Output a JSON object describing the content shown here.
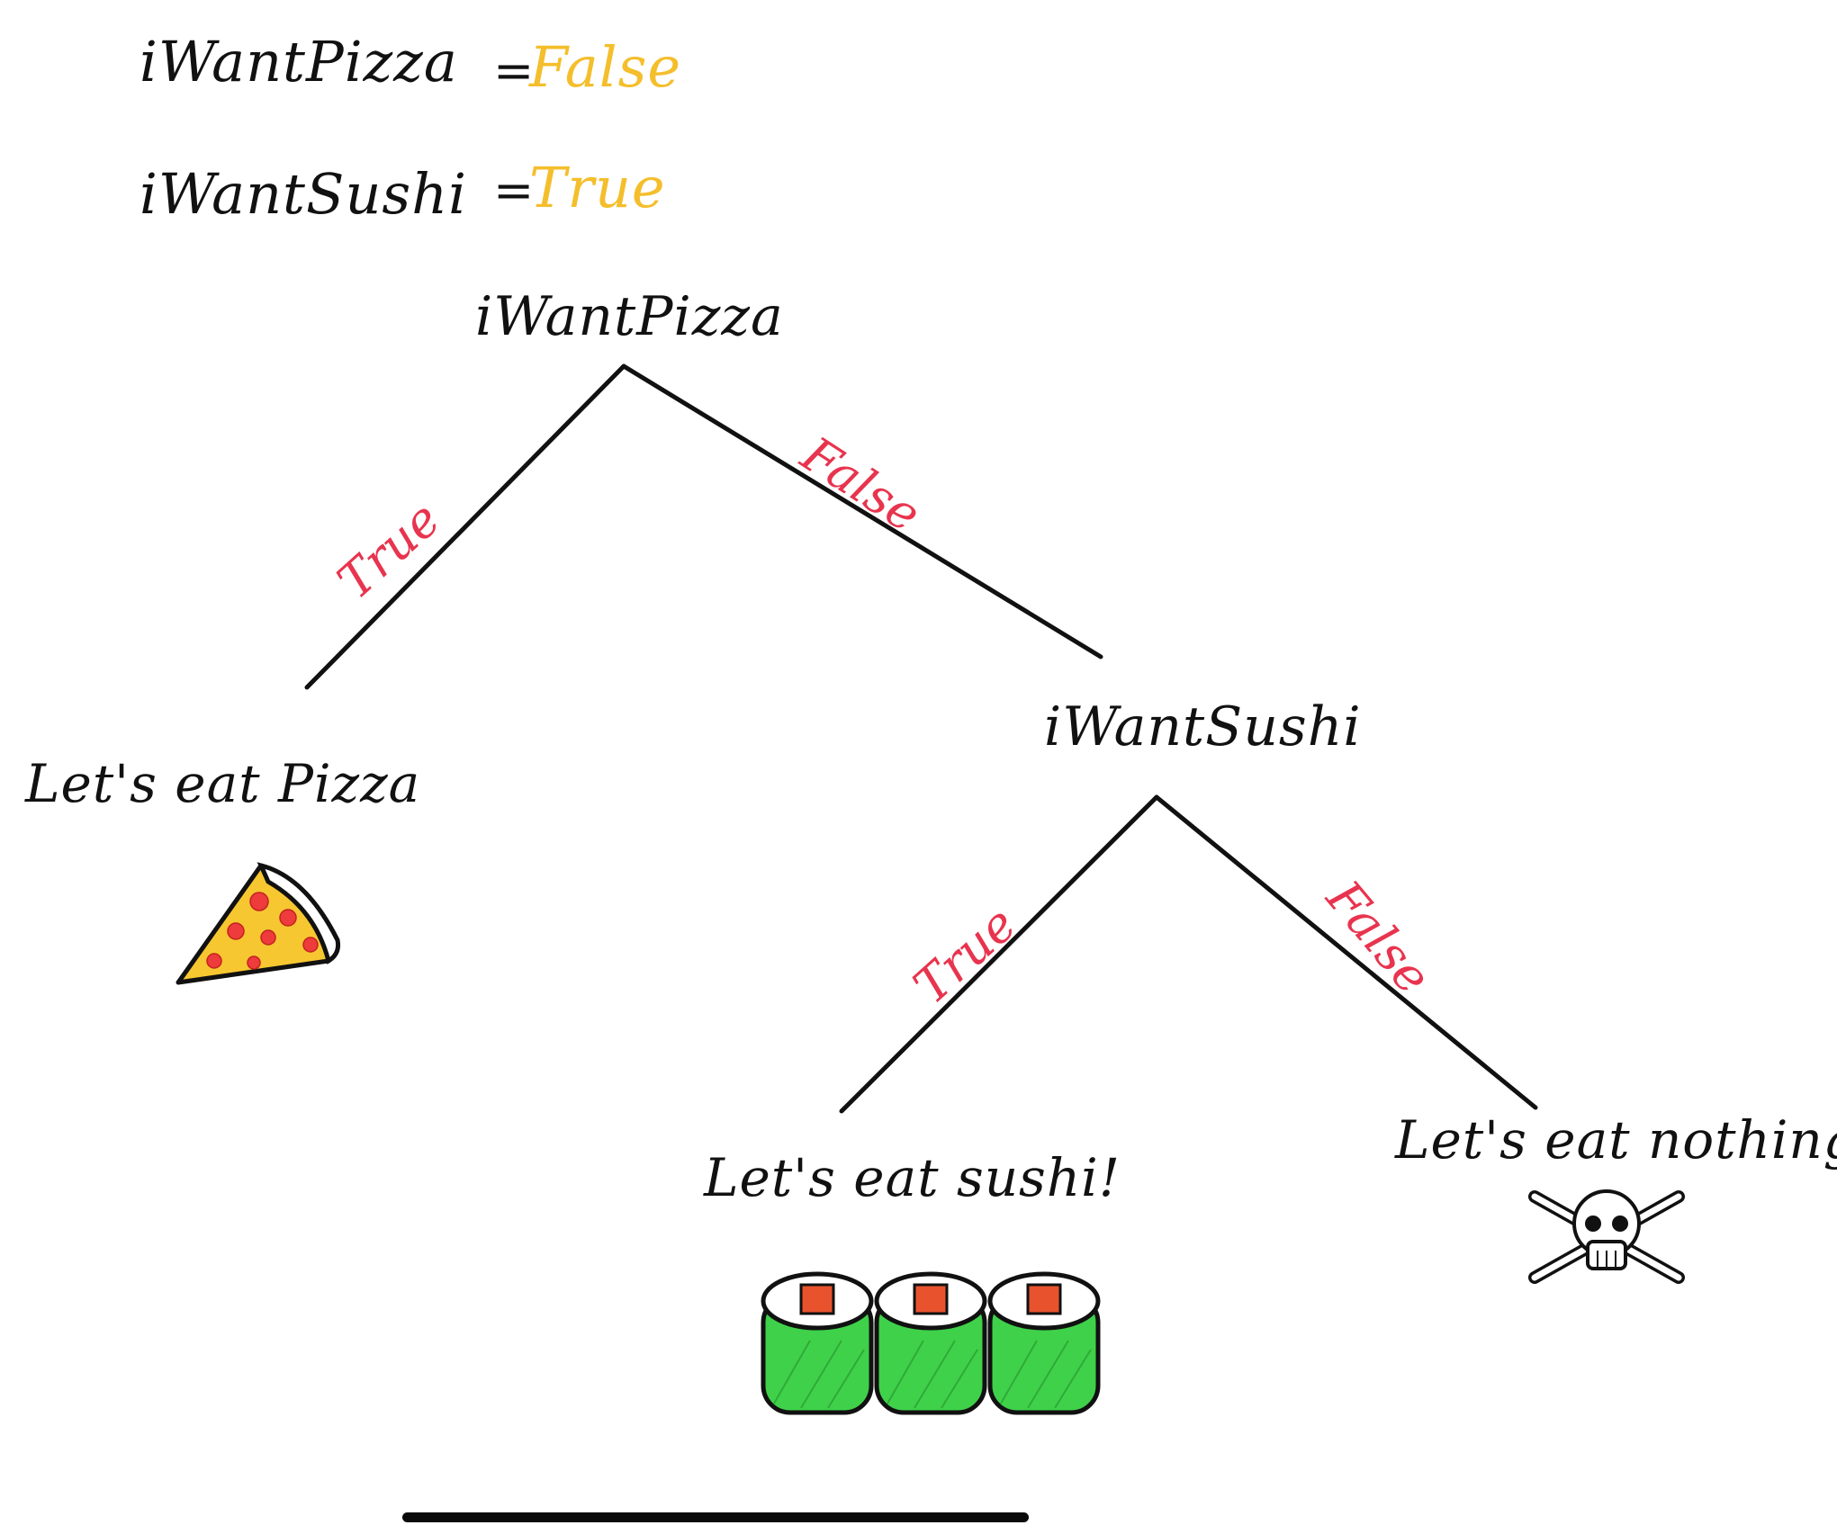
{
  "variables": [
    {
      "name": "iWantPizza",
      "equals": "=",
      "value": "False"
    },
    {
      "name": "iWantSushi",
      "equals": "=",
      "value": "True"
    }
  ],
  "tree": {
    "root": "iWantPizza",
    "root_true_label": "True",
    "root_false_label": "False",
    "inner": "iWantSushi",
    "inner_true_label": "True",
    "inner_false_label": "False",
    "leaf_pizza": "Let's eat Pizza",
    "leaf_sushi": "Let's eat sushi!",
    "leaf_nothing": "Let's eat nothing"
  },
  "icons": {
    "pizza": "pizza-slice-icon",
    "sushi": "sushi-rolls-icon",
    "skull": "skull-crossbones-icon"
  },
  "colors": {
    "value_text": "#f4be2c",
    "edge_label": "#e8344e",
    "sushi_green": "#3fd14a",
    "pizza_crust": "#f6c730",
    "pepperoni": "#ee3b3b"
  }
}
